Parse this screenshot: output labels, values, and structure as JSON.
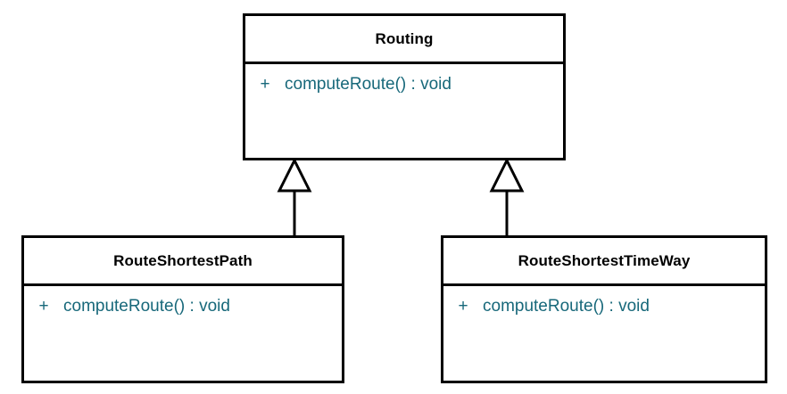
{
  "diagram": {
    "type": "uml-class-diagram",
    "background_color": "#ffffff",
    "border_color": "#000000",
    "member_text_color": "#17687a",
    "class_name_color": "#000000"
  },
  "classes": [
    {
      "id": "routing",
      "name": "Routing",
      "role": "superclass",
      "members": [
        {
          "visibility": "+",
          "signature": "computeRoute() : void"
        }
      ]
    },
    {
      "id": "route-shortest-path",
      "name": "RouteShortestPath",
      "role": "subclass",
      "members": [
        {
          "visibility": "+",
          "signature": "computeRoute() : void"
        }
      ]
    },
    {
      "id": "route-shortest-time-way",
      "name": "RouteShortestTimeWay",
      "role": "subclass",
      "members": [
        {
          "visibility": "+",
          "signature": "computeRoute() : void"
        }
      ]
    }
  ],
  "relationships": [
    {
      "id": "gen-left",
      "type": "generalization",
      "from": "RouteShortestPath",
      "to": "Routing",
      "arrow": "hollow-triangle"
    },
    {
      "id": "gen-right",
      "type": "generalization",
      "from": "RouteShortestTimeWay",
      "to": "Routing",
      "arrow": "hollow-triangle"
    }
  ]
}
